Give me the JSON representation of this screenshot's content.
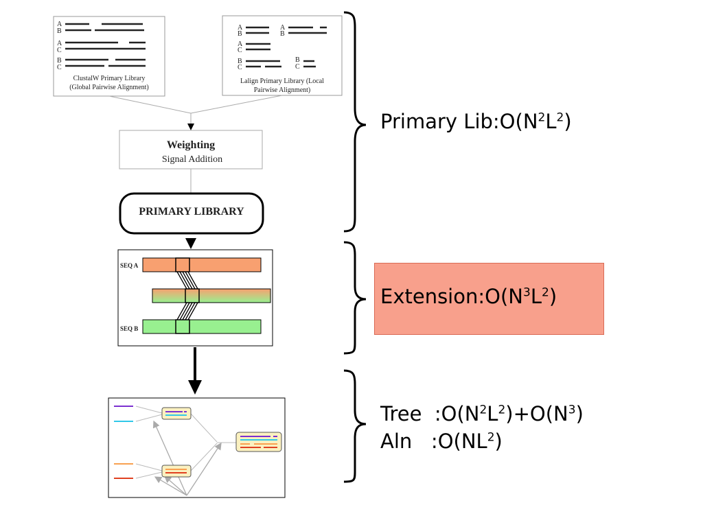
{
  "libraries": {
    "clustalw": {
      "line1": "ClustalW Primary Library",
      "line2": "(Global Pairwise Alignment)",
      "pairs": [
        [
          "A",
          "B"
        ],
        [
          "A",
          "C"
        ],
        [
          "B",
          "C"
        ]
      ]
    },
    "lalign": {
      "line1": "Lalign Primary Library (Local",
      "line2": "Pairwise Alignment)",
      "pairs_left": [
        [
          "A",
          "B"
        ],
        [
          "A",
          "C"
        ],
        [
          "B",
          "C"
        ]
      ],
      "pairs_right": [
        [
          "A",
          "B"
        ],
        [
          "B",
          "C"
        ]
      ]
    }
  },
  "weighting": {
    "title": "Weighting",
    "subtitle": "Signal Addition"
  },
  "primary_library": {
    "label": "PRIMARY LIBRARY"
  },
  "extension": {
    "seq_a": "SEQ A",
    "seq_b": "SEQ B"
  },
  "complexity": {
    "primary": {
      "label": "Primary Lib:O(N",
      "exp1": "2",
      "mid": "L",
      "exp2": "2",
      "end": ")"
    },
    "extension": {
      "label": "Extension:O(N",
      "exp1": "3",
      "mid": "L",
      "exp2": "2",
      "end": ")"
    },
    "tree": {
      "label": "Tree  :O(N",
      "exp1": "2",
      "mid": "L",
      "exp2": "2",
      "mid2": ")+O(N",
      "exp3": "3",
      "end": ")"
    },
    "aln": {
      "label": "Aln   :O(NL",
      "exp1": "2",
      "end": ")"
    }
  },
  "colors": {
    "seq_a": "#f8a070",
    "seq_b": "#98f090",
    "highlight": "#f8a08c",
    "purple": "#7b2fd0",
    "cyan": "#30c8e8",
    "orange": "#f8a050",
    "red": "#e04020"
  }
}
